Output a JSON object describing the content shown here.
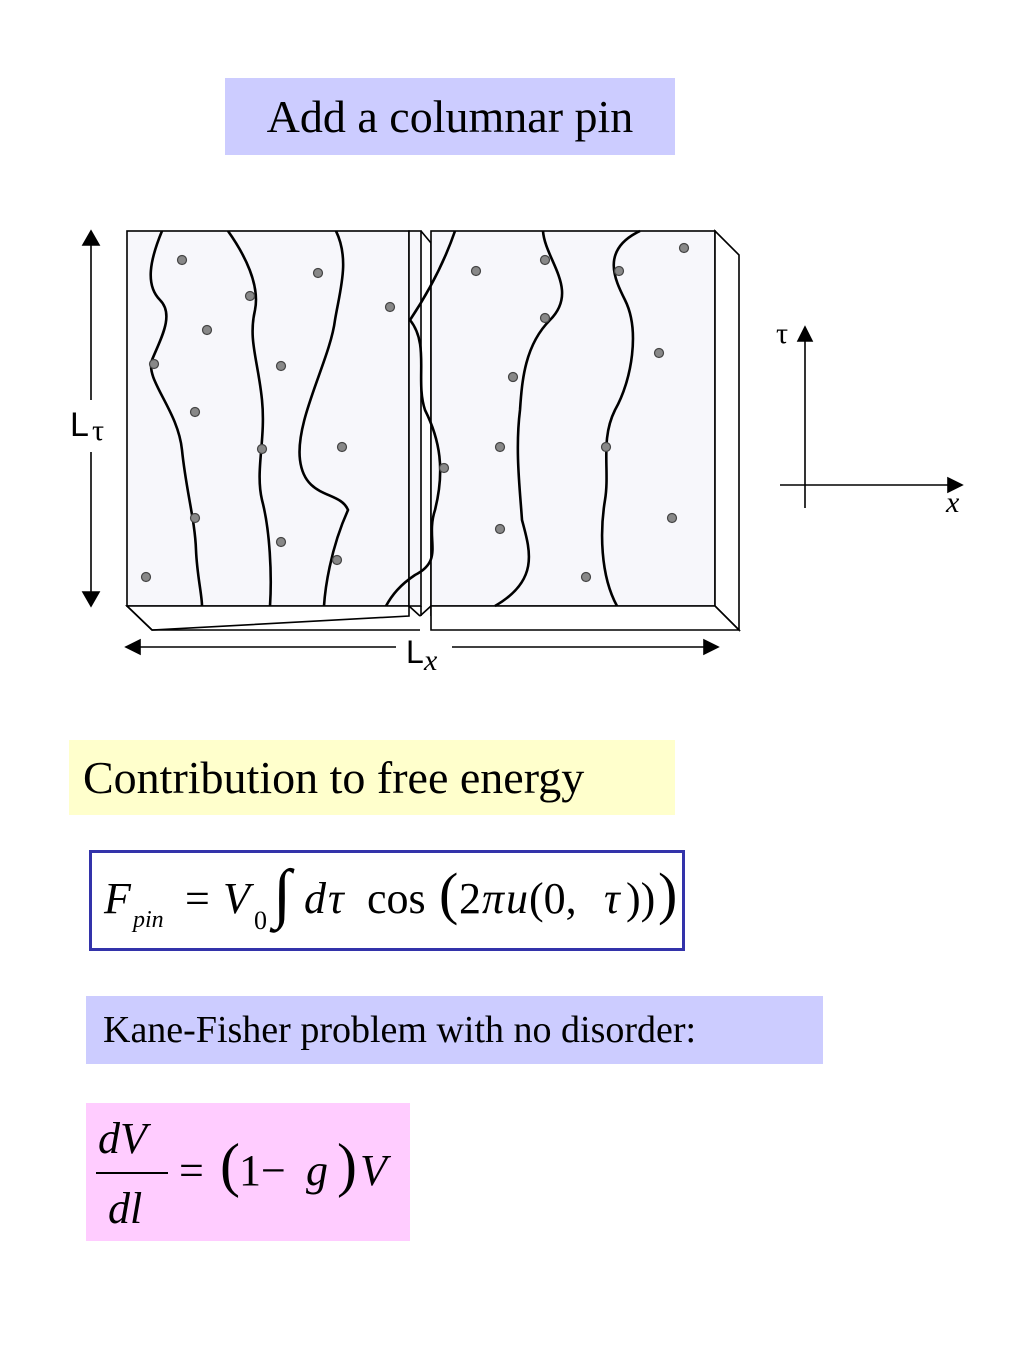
{
  "title": "Add a columnar pin",
  "diagram": {
    "label_height": "L",
    "label_height_sub": "τ",
    "label_width": "L",
    "label_width_sub": "x",
    "axis_vertical": "τ",
    "axis_horizontal": "x"
  },
  "contribution": "Contribution to free energy",
  "equation1": {
    "F": "F",
    "sub_pin": "pin",
    "equals": "=",
    "V": "V",
    "sub0": "0",
    "integral": "∫",
    "d": "d",
    "tau": "τ",
    "cos": "cos",
    "lparen": "(",
    "two": "2",
    "pi": "π",
    "u": "u",
    "args_open": "(0,",
    "args_tau": "τ",
    "args_close": "))",
    "rparen": ")"
  },
  "kane_fisher": "Kane-Fisher problem with no disorder:",
  "equation2": {
    "num": "dV",
    "den": "dl",
    "equals": "=",
    "lparen": "(",
    "one_minus": "1−",
    "g": "g",
    "rparen": ")",
    "V": "V"
  }
}
